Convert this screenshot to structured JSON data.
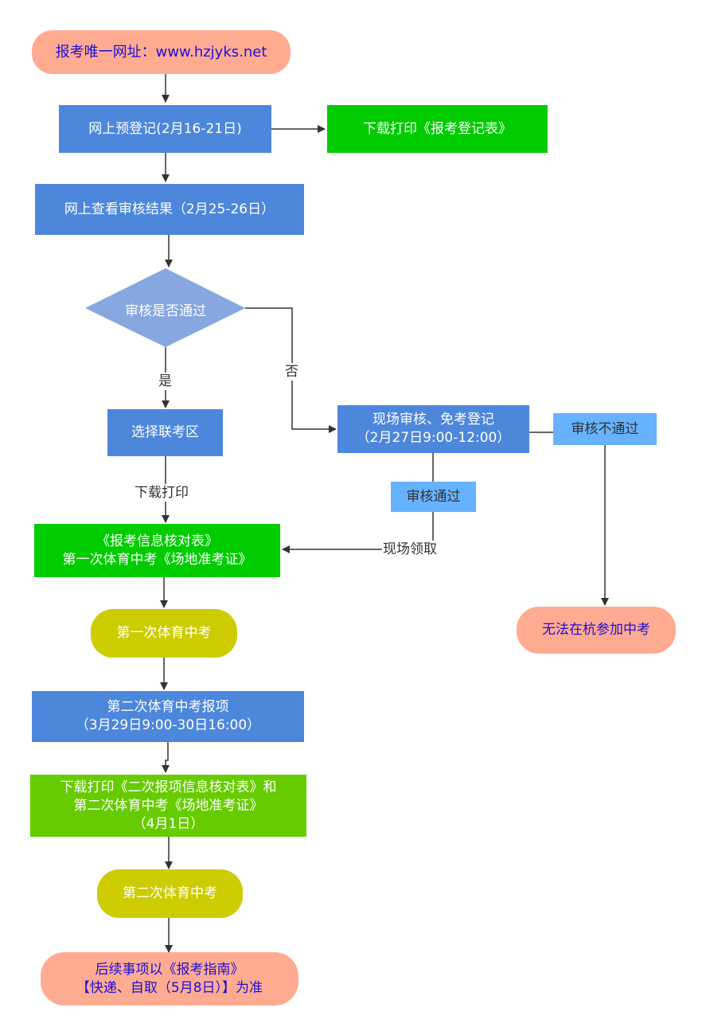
{
  "flowchart": {
    "start": "报考唯一网址：www.hzjyks.net",
    "pre_register": "网上预登记(2月16-21日)",
    "download_register_form": "下载打印《报考登记表》",
    "check_result": "网上查看审核结果（2月25-26日）",
    "decision": "审核是否通过",
    "yes_label": "是",
    "no_label": "否",
    "choose_area": "选择联考区",
    "download_print_label": "下载打印",
    "onsite_review": [
      "现场审核、免考登记",
      "（2月27日9:00-12:00）"
    ],
    "review_failed": "审核不通过",
    "review_passed": "审核通过",
    "onsite_collect_label": "现场领取",
    "info_check_form": [
      "《报考信息核对表》",
      "第一次体育中考《场地准考证》"
    ],
    "cannot_take_exam": "无法在杭参加中考",
    "first_pe_exam": "第一次体育中考",
    "second_pe_signup": [
      "第二次体育中考报项",
      "（3月29日9:00-30日16:00）"
    ],
    "download_second_forms": [
      "下载打印《二次报项信息核对表》和",
      "第二次体育中考《场地准考证》",
      "（4月1日）"
    ],
    "second_pe_exam": "第二次体育中考",
    "followup": [
      "后续事项以《报考指南》",
      "【快递、自取（5月8日）】为准"
    ]
  },
  "colors": {
    "process_blue": "#4d87dc",
    "decision_blue": "#86a7e0",
    "light_blue": "#66b2ff",
    "green": "#00cc00",
    "lime": "#66cc00",
    "olive": "#cccc00",
    "salmon": "#ffab91",
    "terminal_text": "#1e0fd6",
    "edge": "#333333"
  }
}
